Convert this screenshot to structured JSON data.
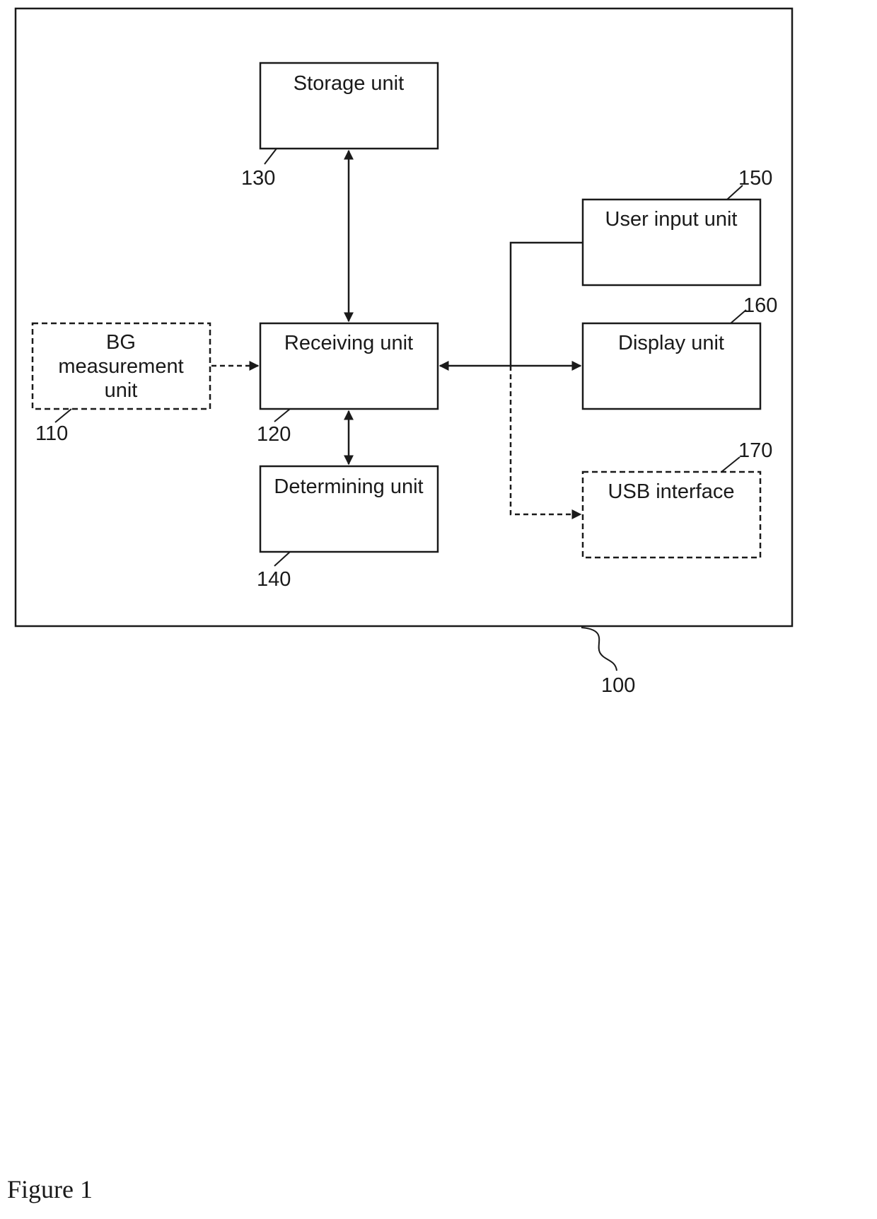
{
  "diagram": {
    "boxes": {
      "storage": {
        "label": "Storage unit",
        "ref": "130",
        "style": "solid"
      },
      "receiving": {
        "label": "Receiving unit",
        "ref": "120",
        "style": "solid"
      },
      "determining": {
        "label": "Determining unit",
        "ref": "140",
        "style": "solid"
      },
      "bg": {
        "label_lines": [
          "BG",
          "measurement",
          "unit"
        ],
        "ref": "110",
        "style": "dashed"
      },
      "user_input": {
        "label": "User input unit",
        "ref": "150",
        "style": "solid"
      },
      "display": {
        "label": "Display unit",
        "ref": "160",
        "style": "solid"
      },
      "usb": {
        "label": "USB interface",
        "ref": "170",
        "style": "dashed"
      }
    },
    "device_ref": "100",
    "connections": [
      {
        "from": "storage",
        "to": "receiving",
        "type": "bidirectional",
        "line": "solid"
      },
      {
        "from": "receiving",
        "to": "determining",
        "type": "bidirectional",
        "line": "solid"
      },
      {
        "from": "bg",
        "to": "receiving",
        "type": "directed",
        "line": "dashed"
      },
      {
        "from": "receiving",
        "to": "display",
        "type": "bidirectional",
        "line": "solid"
      },
      {
        "from": "user_input",
        "to": "bus",
        "type": "line",
        "line": "solid"
      },
      {
        "from": "bus",
        "to": "usb",
        "type": "directed",
        "line": "dashed"
      }
    ],
    "colors": {
      "stroke": "#1a1a1a",
      "background": "#ffffff"
    }
  },
  "caption": "Figure 1"
}
